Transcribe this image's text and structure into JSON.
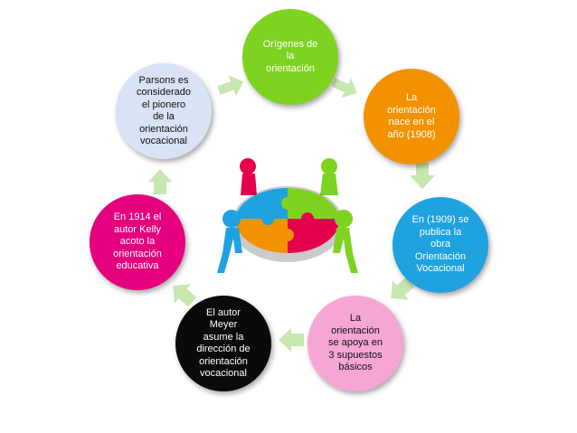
{
  "nodes": [
    {
      "id": "origenes",
      "text": "Orígenes de\nla\norientación",
      "color": "#7ed321",
      "text_color": "#ffffff"
    },
    {
      "id": "nace",
      "text": "La\norientación\nnace en el\naño (1908)",
      "color": "#f39200",
      "text_color": "#ffffff"
    },
    {
      "id": "publica",
      "text": "En (1909) se\npublica la\nobra\nOrientación\nVocacional",
      "color": "#1fa2e0",
      "text_color": "#ffffff"
    },
    {
      "id": "supuestos",
      "text": "La\norientación\nse apoya en\n3 supuestos\nbásicos",
      "color": "#f6a6d4",
      "text_color": "#111111"
    },
    {
      "id": "meyer",
      "text": "El autor\nMeyer\nasume la\ndirección de\norientación\nvocacional",
      "color": "#0a0a0a",
      "text_color": "#ffffff"
    },
    {
      "id": "kelly",
      "text": "En 1914 el\nautor Kelly\nacoto la\norientación\neducativa",
      "color": "#e5007e",
      "text_color": "#ffffff"
    },
    {
      "id": "parsons",
      "text": "Parsons es\nconsiderado\nel pionero\nde la\norientación\nvocacional",
      "color": "#d9e3f5",
      "text_color": "#111111"
    }
  ],
  "arrow_color": "#c7e6b0",
  "center_image": {
    "icon": "teamwork-puzzle-figures-icon",
    "puzzle_colors": [
      "#7ed321",
      "#1fa2e0",
      "#f39200",
      "#e5004b"
    ]
  }
}
